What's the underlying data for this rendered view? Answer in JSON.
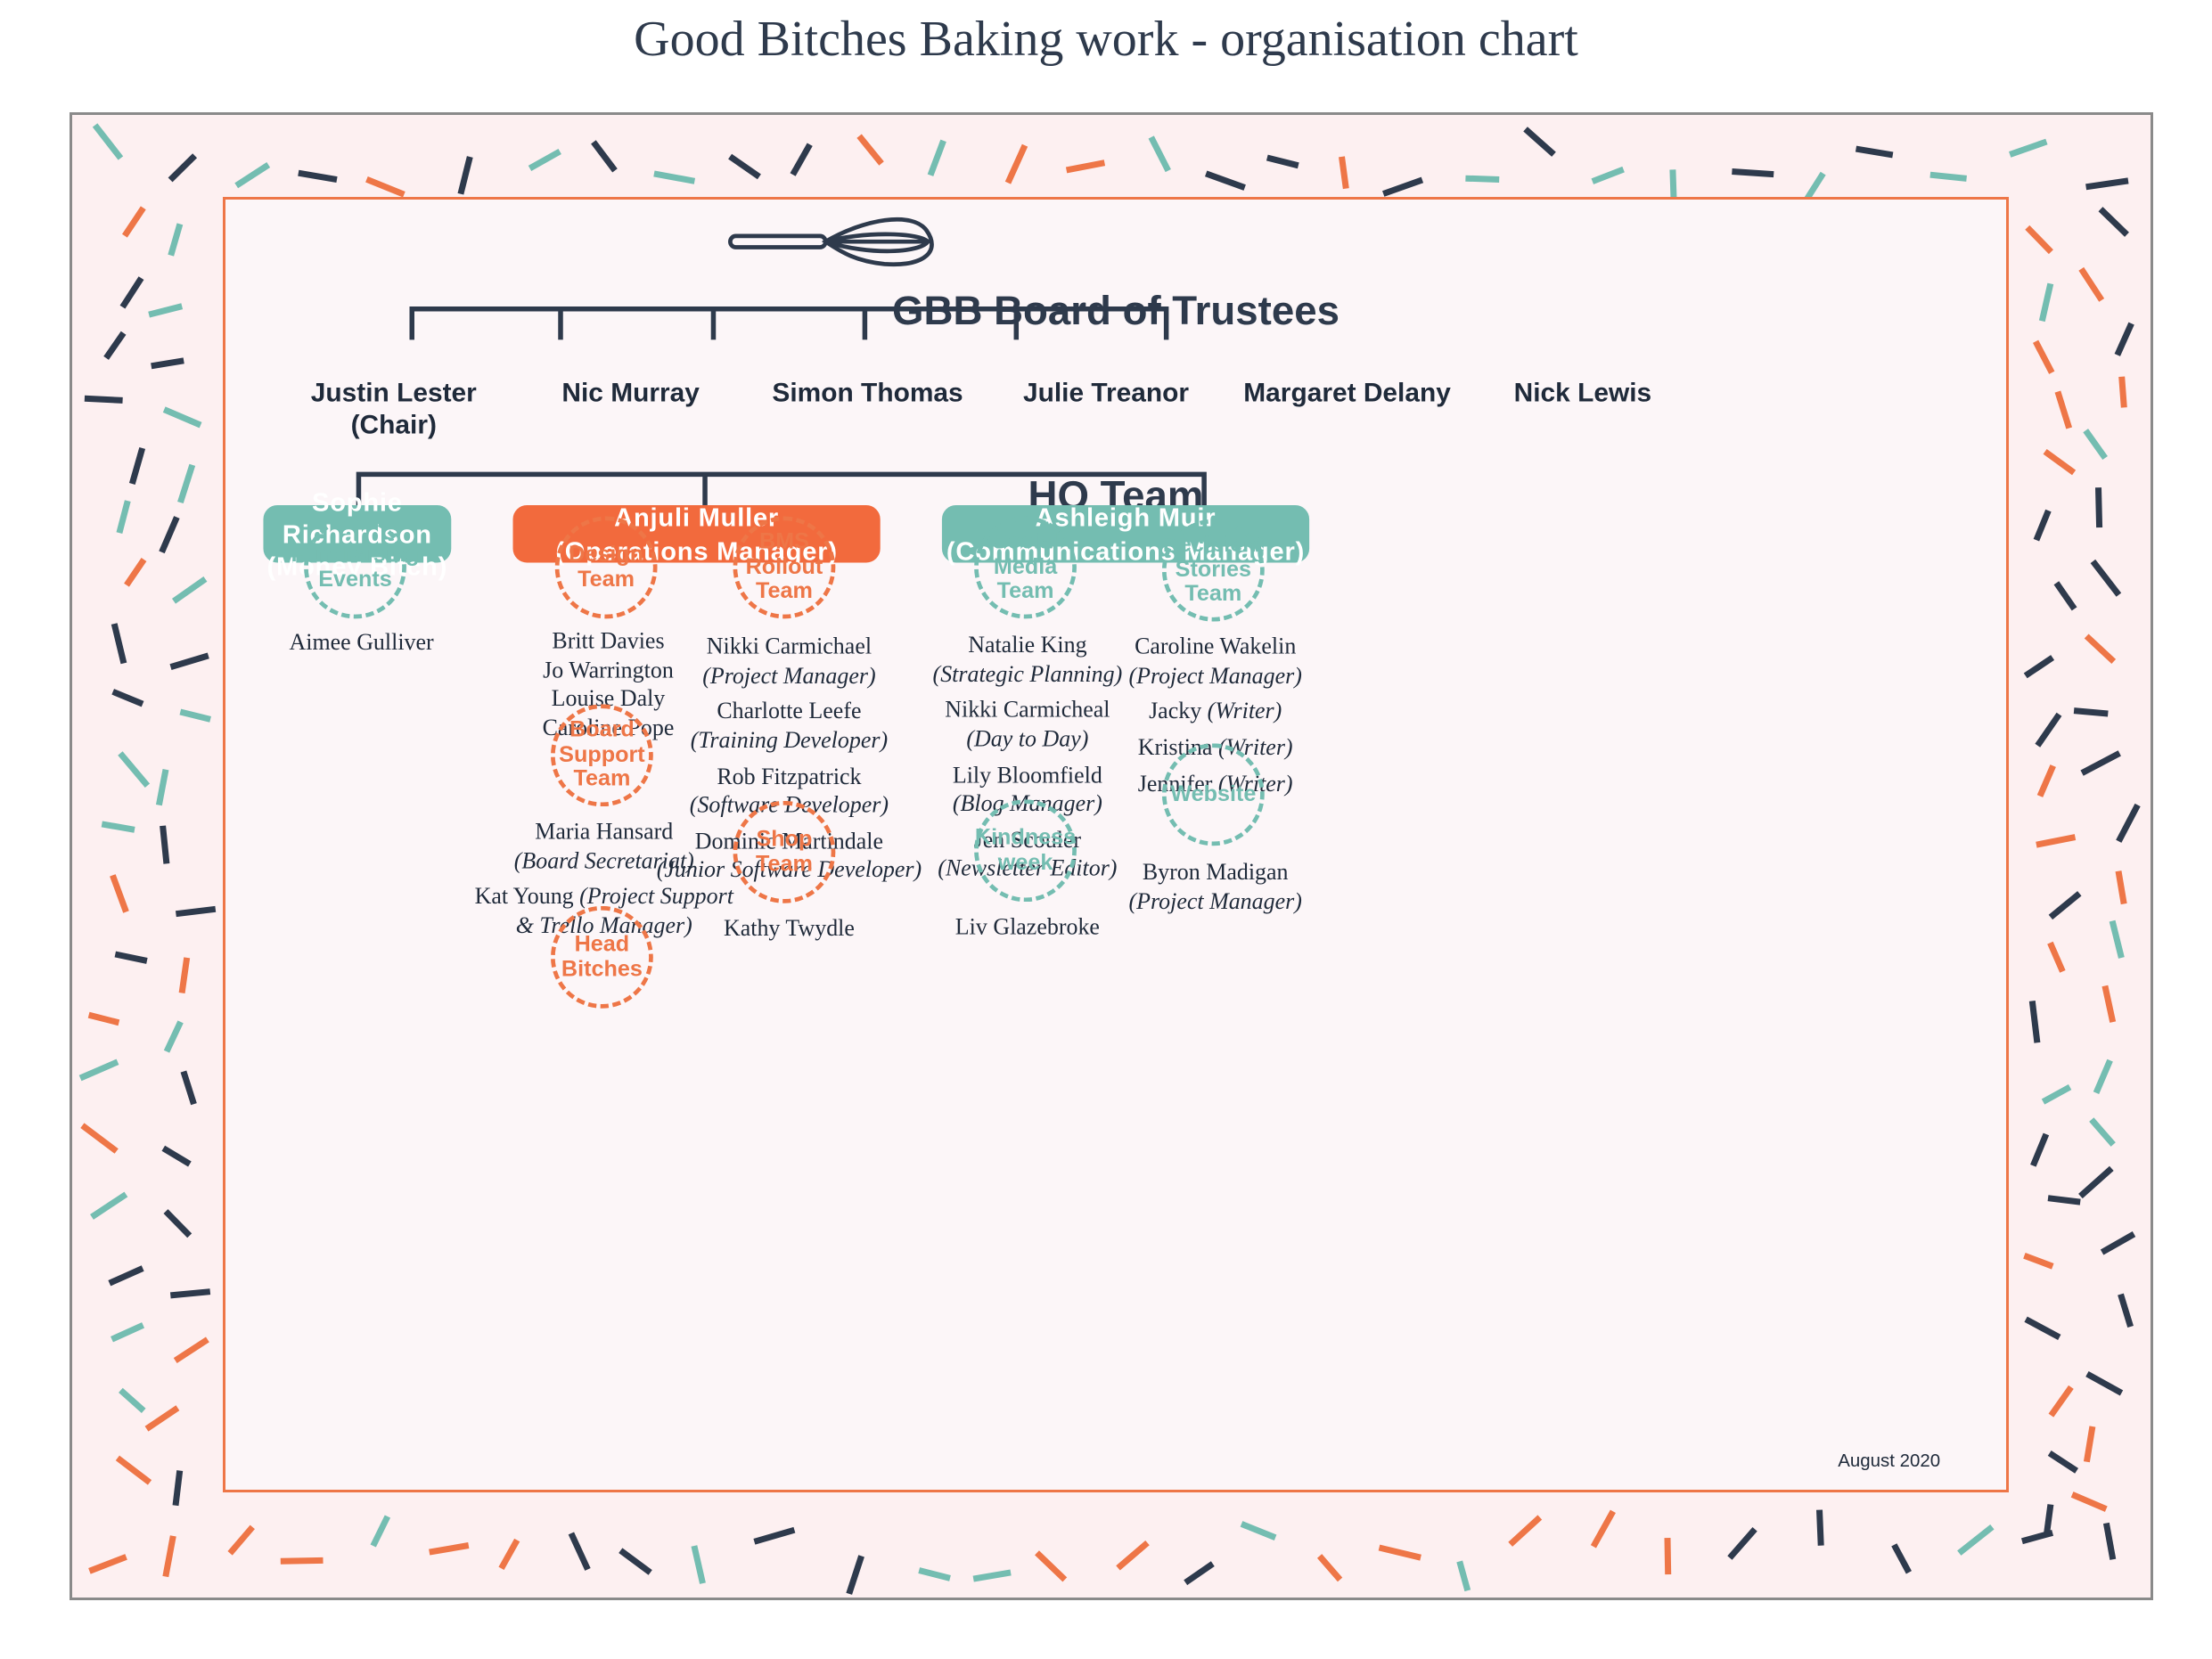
{
  "title": "Good Bitches Baking work - organisation chart",
  "board": {
    "title": "GBB Board of Trustees",
    "trustees": [
      {
        "name": "Justin Lester",
        "role": "(Chair)"
      },
      {
        "name": "Nic Murray"
      },
      {
        "name": "Simon Thomas"
      },
      {
        "name": "Julie Treanor"
      },
      {
        "name": "Margaret Delany"
      },
      {
        "name": "Nick Lewis"
      }
    ]
  },
  "hq": {
    "title": "HQ Team",
    "managers": [
      {
        "name": "Sophie Richardson",
        "role": "(Money Bitch)",
        "color": "#74bdb1"
      },
      {
        "name": "Anjuli Muller",
        "role": "(Operations Manager)",
        "color": "#f26a3d"
      },
      {
        "name": "Ashleigh Muir",
        "role": "(Communications Manager)",
        "color": "#74bdb1"
      }
    ]
  },
  "teams": {
    "fundraising": {
      "label": [
        "Fundraising",
        "Events"
      ],
      "members": [
        {
          "name": "Aimee Gulliver"
        }
      ]
    },
    "design": {
      "label": [
        "Design",
        "Team"
      ],
      "members": [
        {
          "name": "Britt Davies"
        },
        {
          "name": "Jo Warrington"
        },
        {
          "name": "Louise Daly"
        },
        {
          "name": "Caroline Pope"
        }
      ]
    },
    "board_support": {
      "label": [
        "Board",
        "Support",
        "Team"
      ],
      "members": [
        {
          "name": "Maria Hansard",
          "role": "(Board Secretariat)"
        },
        {
          "name": "Kat Young",
          "role": "(Project Support",
          "role2": "& Trello Manager)"
        }
      ]
    },
    "head_bitches": {
      "label": [
        "Head",
        "Bitches"
      ]
    },
    "bms": {
      "label": [
        "BMS",
        "Rollout",
        "Team"
      ],
      "members": [
        {
          "name": "Nikki Carmichael",
          "role": "(Project Manager)"
        },
        {
          "name": "Charlotte Leefe",
          "role": "(Training Developer)"
        },
        {
          "name": "Rob Fitzpatrick",
          "role": "(Software Developer)"
        },
        {
          "name": "Dominic Martindale",
          "role": "(Junior Software Developer)"
        }
      ]
    },
    "shop": {
      "label": [
        "Shop",
        "Team"
      ],
      "members": [
        {
          "name": "Kathy Twydle"
        }
      ]
    },
    "social": {
      "label": [
        "Social",
        "Media Team"
      ],
      "members": [
        {
          "name": "Natalie King",
          "role": "(Strategic Planning)"
        },
        {
          "name": "Nikki Carmicheal",
          "role": "(Day to Day)"
        },
        {
          "name": "Lily Bloomfield",
          "role": "(Blog Manager)"
        },
        {
          "name": "Jen Scouler",
          "role": "(Newsletter Editor)"
        }
      ]
    },
    "kindness": {
      "label": [
        "Kindness",
        "week"
      ],
      "members": [
        {
          "name": "Liv Glazebroke"
        }
      ]
    },
    "recipient": {
      "label": [
        "Recipient",
        "Stories Team"
      ],
      "members": [
        {
          "name": "Caroline Wakelin",
          "role": "(Project Manager)"
        },
        {
          "name": "Jacky",
          "role": "(Writer)"
        },
        {
          "name": "Kristina",
          "role": "(Writer)"
        },
        {
          "name": "Jennifer",
          "role": "(Writer)"
        }
      ]
    },
    "website": {
      "label": [
        "Website"
      ],
      "members": [
        {
          "name": "Byron Madigan",
          "role": "(Project Manager)"
        }
      ]
    }
  },
  "date": "August 2020",
  "colors": {
    "navy": "#2e3a4c",
    "teal": "#74bdb1",
    "orange": "#ee7647",
    "background": "#fdf0f1"
  },
  "icons": {
    "board": "whisk-icon"
  }
}
